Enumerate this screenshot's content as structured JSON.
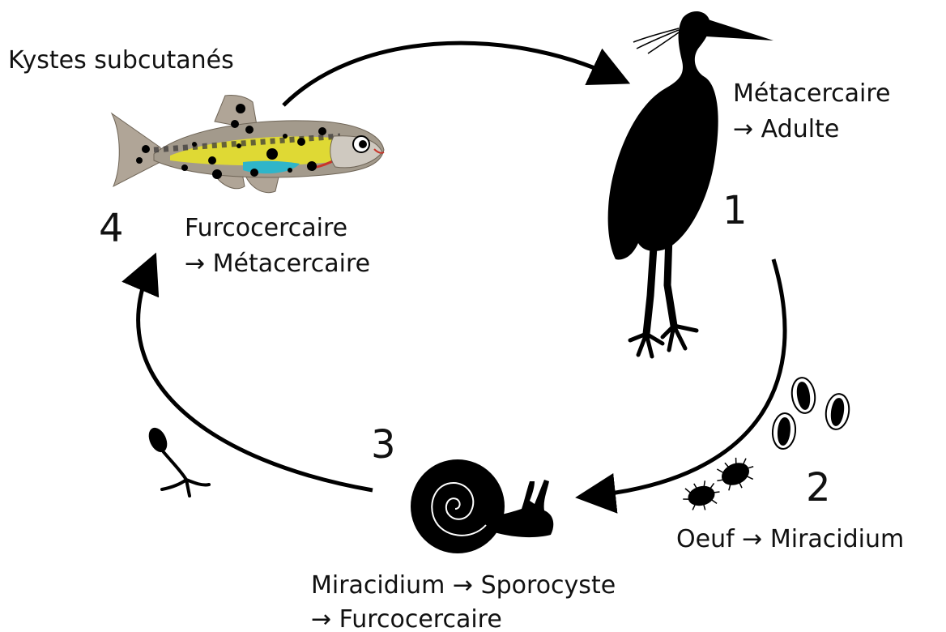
{
  "stages": {
    "s1": {
      "number": "1",
      "line1": "Métacercaire",
      "line2": "→ Adulte",
      "icon": "heron-icon"
    },
    "s2": {
      "number": "2",
      "line1": "Oeuf → Miracidium",
      "icon": "egg-icon"
    },
    "s3": {
      "number": "3",
      "line1": "Miracidium → Sporocyste",
      "line2": "→ Furcocercaire",
      "icon": "snail-icon"
    },
    "s4": {
      "number": "4",
      "line1": "Furcocercaire",
      "line2": "→ Métacercaire",
      "icon": "fish-icon"
    }
  },
  "fish_note": "Kystes subcutanés",
  "colors": {
    "ink": "#000000",
    "fish_body": "#a39a8c",
    "fish_fins": "#b0a597",
    "fish_yellow": "#e6e02a",
    "fish_blue": "#2fb5c9",
    "fish_red": "#c8352a"
  }
}
